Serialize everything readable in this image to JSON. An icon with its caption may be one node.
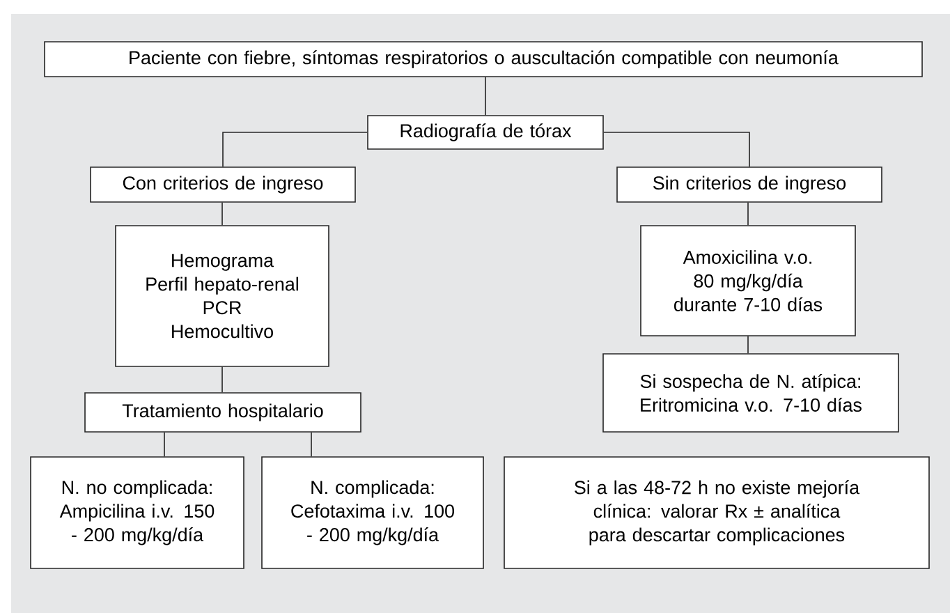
{
  "diagram": {
    "nodes": [
      {
        "text": [
          "Paciente con fiebre, síntomas respiratorios o auscultación compatible con neumonía"
        ]
      },
      {
        "text": [
          "Radiografía de tórax"
        ]
      },
      {
        "text": [
          "Con criterios de ingreso"
        ]
      },
      {
        "text": [
          "Sin criterios de ingreso"
        ]
      },
      {
        "text": [
          "Hemograma",
          "Perfil hepato-renal",
          "PCR",
          "Hemocultivo"
        ]
      },
      {
        "text": [
          "Amoxicilina v.o. 80 mg/kg/día durante 7-10 días"
        ]
      },
      {
        "text": [
          "Si sospecha de N. atípica: Eritromicina v.o. 7-10 días"
        ]
      },
      {
        "text": [
          "Tratamiento hospitalario"
        ]
      },
      {
        "text": [
          "N. no complicada: Ampicilina i.v. 150 - 200 mg/kg/día"
        ]
      },
      {
        "text": [
          "N. complicada: Cefotaxima i.v. 100 - 200 mg/kg/día"
        ]
      },
      {
        "text": [
          "Si a las 48-72 h no existe mejoría clínica: valorar Rx ± analítica para descartar complicaciones"
        ]
      }
    ],
    "edges": [
      {
        "from": 0,
        "to": 1,
        "arrow": "none"
      },
      {
        "from": 1,
        "to": 2,
        "arrow": "none"
      },
      {
        "from": 1,
        "to": 3,
        "arrow": "none"
      },
      {
        "from": 2,
        "to": 4,
        "arrow": "none"
      },
      {
        "from": 3,
        "to": 5,
        "arrow": "none"
      },
      {
        "from": 4,
        "to": 7,
        "arrow": "none"
      },
      {
        "from": 5,
        "to": 6,
        "arrow": "none"
      },
      {
        "from": 7,
        "to": 8,
        "arrow": "none"
      },
      {
        "from": 7,
        "to": 9,
        "arrow": "none"
      }
    ]
  }
}
